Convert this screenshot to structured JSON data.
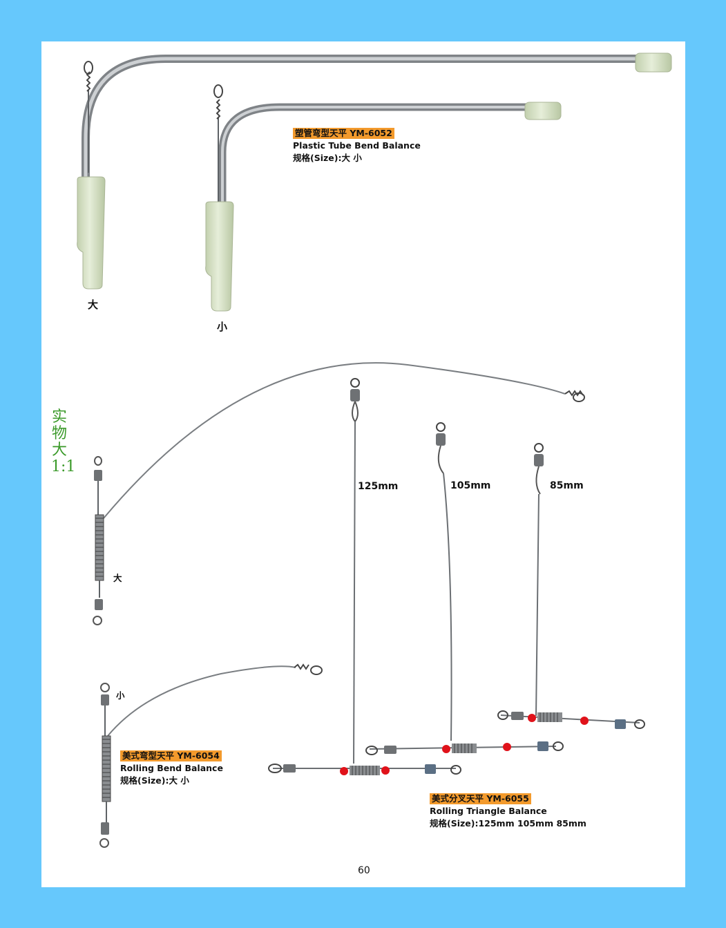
{
  "products": [
    {
      "code_tag": "塑管弯型天平   YM-6052",
      "name": "Plastic Tube Bend Balance",
      "size_line": "规格(Size):大  小",
      "variant_labels": [
        "大",
        "小"
      ]
    },
    {
      "code_tag": "美式弯型天平  YM-6054",
      "name": "Rolling Bend Balance",
      "size_line": "规格(Size):大    小",
      "variant_labels": [
        "大",
        "小"
      ]
    },
    {
      "code_tag": "美式分叉天平  YM-6055",
      "name": "Rolling Triangle Balance",
      "size_line": "规格(Size):125mm    105mm  85mm",
      "lengths": [
        "125mm",
        "105mm",
        "85mm"
      ]
    }
  ],
  "scale_note": "实物大1:1",
  "page_number": "60",
  "colors": {
    "frame": "#66c8fc",
    "paper": "#ffffff",
    "tag": "#f39a2c",
    "scale_note": "#3b9a2a",
    "tube": "#a9acaf",
    "sleeve": "#d7e3c7",
    "bead": "#e0121a",
    "wire": "#6b6f73"
  }
}
